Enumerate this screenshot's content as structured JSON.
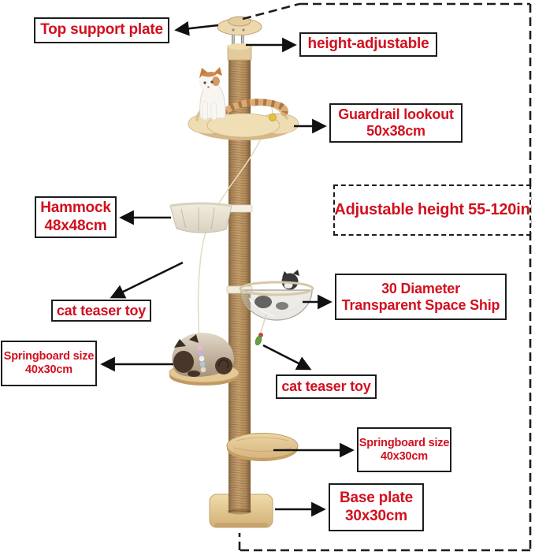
{
  "title": "Cat tree product dimension diagram",
  "colors": {
    "label_text": "#d2101f",
    "label_border": "#1d1d1d",
    "background": "#ffffff",
    "pole_wood": "#b68c5a",
    "platform_wood": "#e8d0a0"
  },
  "labels": {
    "top_support_plate": {
      "text": "Top support plate"
    },
    "height_adjustable": {
      "text": "height-adjustable"
    },
    "guardrail_lookout": {
      "line1": "Guardrail lookout",
      "line2": "50x38cm"
    },
    "adjustable_height": {
      "text": "Adjustable height 55-120in"
    },
    "hammock": {
      "line1": "Hammock",
      "line2": "48x48cm"
    },
    "cat_teaser_toy_left": {
      "text": "cat teaser toy"
    },
    "space_ship": {
      "line1": "30 Diameter",
      "line2": "Transparent Space Ship"
    },
    "springboard_left": {
      "line1": "Springboard size",
      "line2": "40x30cm"
    },
    "cat_teaser_toy_right": {
      "text": "cat teaser toy"
    },
    "springboard_right": {
      "line1": "Springboard size",
      "line2": "40x30cm"
    },
    "base_plate": {
      "line1": "Base plate",
      "line2": "30x30cm"
    }
  }
}
